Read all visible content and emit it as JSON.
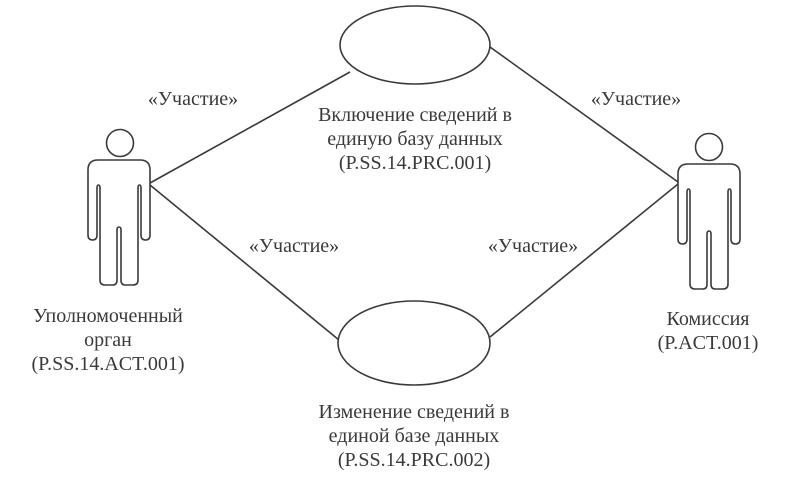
{
  "actors": [
    {
      "name": "Уполномоченный",
      "name2": "орган",
      "code": "(P.SS.14.ACT.001)"
    },
    {
      "name": "Комиссия",
      "code": "(P.ACT.001)"
    }
  ],
  "use_cases": [
    {
      "line1": "Включение сведений в",
      "line2": "единую базу данных",
      "code": "(P.SS.14.PRC.001)"
    },
    {
      "line1": "Изменение сведений в",
      "line2": "единой базе данных",
      "code": "(P.SS.14.PRC.002)"
    }
  ],
  "associations": [
    {
      "label": "«Участие»"
    },
    {
      "label": "«Участие»"
    },
    {
      "label": "«Участие»"
    },
    {
      "label": "«Участие»"
    }
  ],
  "colors": {
    "stroke": "#3a3a3a",
    "background": "#ffffff"
  }
}
